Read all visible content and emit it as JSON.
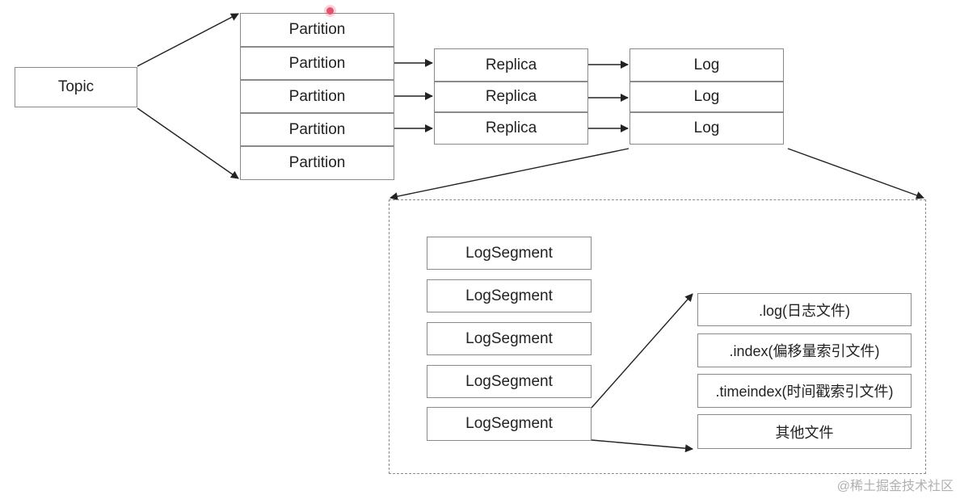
{
  "diagram": {
    "topic": "Topic",
    "partitions": [
      "Partition",
      "Partition",
      "Partition",
      "Partition",
      "Partition"
    ],
    "replicas": [
      "Replica",
      "Replica",
      "Replica"
    ],
    "logs": [
      "Log",
      "Log",
      "Log"
    ],
    "segments": [
      "LogSegment",
      "LogSegment",
      "LogSegment",
      "LogSegment",
      "LogSegment"
    ],
    "files": [
      ".log(日志文件)",
      ".index(偏移量索引文件)",
      ".timeindex(时间戳索引文件)",
      "其他文件"
    ]
  },
  "watermark": "@稀土掘金技术社区",
  "colors": {
    "border": "#8a8a8a",
    "arrow": "#222222",
    "cursor": "#e8506a"
  }
}
